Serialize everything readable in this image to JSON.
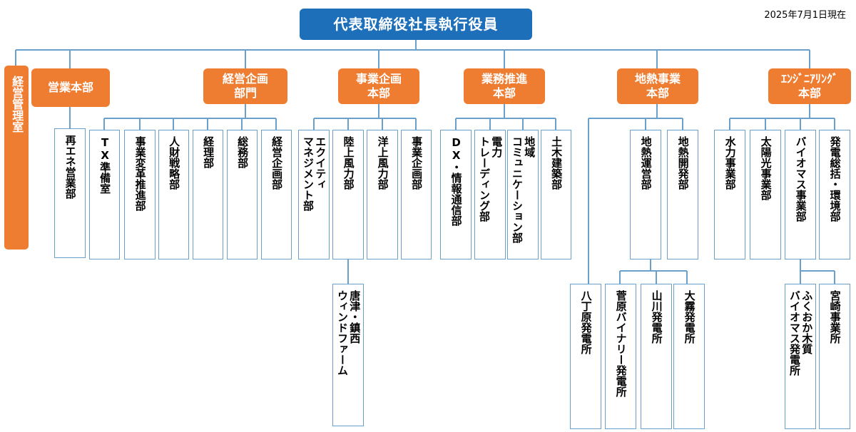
{
  "date": "2025年7月1日現在",
  "ceo": "代表取締役社長執行役員",
  "side_office": "経営管理室",
  "divisions": [
    "営業本部",
    "経営企画\n部門",
    "事業企画\n本部",
    "業務推進\n本部",
    "地熱事業\n本部",
    "ｴﾝｼﾞﾆｱﾘﾝｸﾞ\n本部"
  ],
  "departments": {
    "sales": [
      "再エネ営業部"
    ],
    "planning": [
      "TX準備室",
      "事業変革推進部",
      "人財戦略部",
      "経理部",
      "総務部",
      "経営企画部"
    ],
    "business": [
      "エクイティ\nマネジメント部",
      "陸上風力部",
      "洋上風力部",
      "事業企画部"
    ],
    "business_sub": [
      "唐津・鎮西\nウィンドファーム"
    ],
    "operations": [
      "DX・情報通信部",
      "電力\nトレーディング部",
      "地域\nコミュニケーション部",
      "土木建築部"
    ],
    "geothermal": [
      "地熱運営部",
      "地熱開発部"
    ],
    "geothermal_sub": [
      "八丁原発電所",
      "菅原バイナリー発電所",
      "山川発電所",
      "大霧発電所"
    ],
    "engineering": [
      "水力事業部",
      "太陽光事業部",
      "バイオマス事業部",
      "発電総括・環境部"
    ],
    "engineering_sub": [
      "ふくおか木質\nバイオマス発電所",
      "宮崎事業所"
    ]
  }
}
